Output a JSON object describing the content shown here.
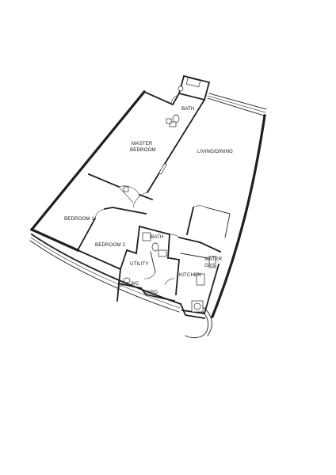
{
  "rooms": {
    "bath_top": "BATH",
    "master_bedroom_line1": "MASTER",
    "master_bedroom_line2": "BEDROOM",
    "living_dining": "LIVING/DINING",
    "bedroom1": "BEDROOM 1",
    "bedroom2": "BEDROOM 2",
    "bath_mid": "BATH",
    "utility": "UTILITY",
    "kitchen": "KITCHEN",
    "water_line1": "WATER",
    "water_line2": "GAS",
    "wc": "WC",
    "yard": "YARD"
  }
}
